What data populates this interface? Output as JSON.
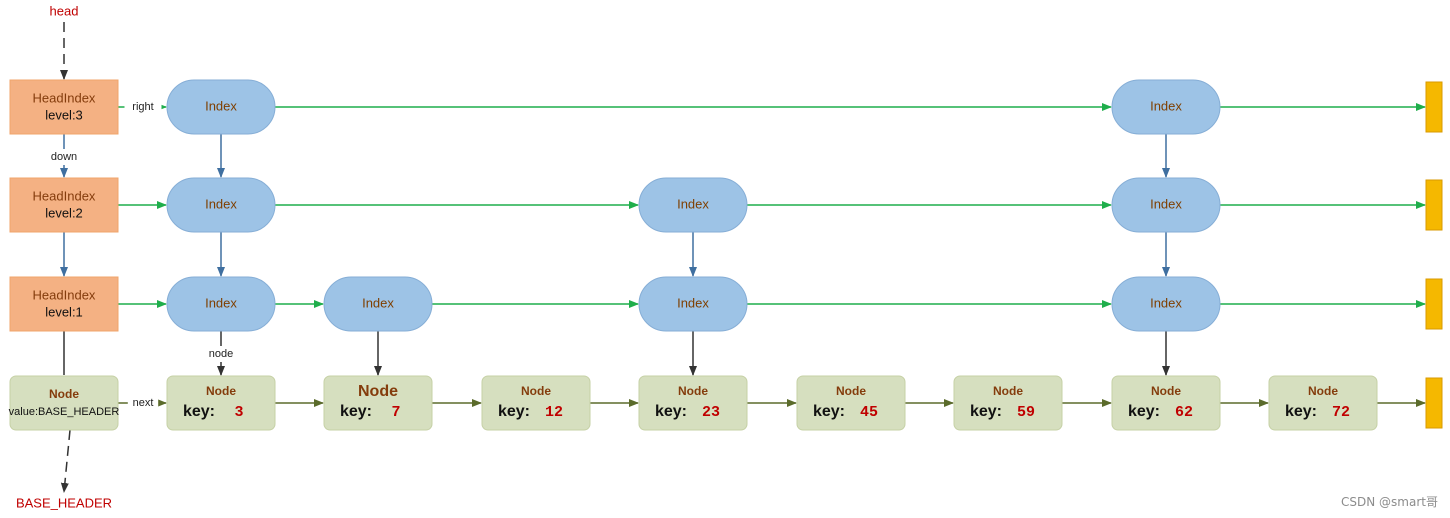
{
  "labels": {
    "head": "head",
    "base_header": "BASE_HEADER",
    "right": "right",
    "down": "down",
    "node": "node",
    "next": "next"
  },
  "head_indexes": [
    {
      "title": "HeadIndex",
      "level": "level:3"
    },
    {
      "title": "HeadIndex",
      "level": "level:2"
    },
    {
      "title": "HeadIndex",
      "level": "level:1"
    }
  ],
  "index_label": "Index",
  "index_rows": [
    {
      "level": 3,
      "columns": [
        1,
        7
      ]
    },
    {
      "level": 2,
      "columns": [
        1,
        4,
        7
      ]
    },
    {
      "level": 1,
      "columns": [
        1,
        2,
        4,
        7
      ]
    }
  ],
  "base_node": {
    "title": "Node",
    "value": "value:BASE_HEADER"
  },
  "node_title": "Node",
  "key_label": "key:",
  "nodes": [
    {
      "key": "3"
    },
    {
      "key": "7"
    },
    {
      "key": "12"
    },
    {
      "key": "23"
    },
    {
      "key": "45"
    },
    {
      "key": "59"
    },
    {
      "key": "62"
    },
    {
      "key": "72"
    }
  ],
  "watermark": "CSDN @smart哥",
  "colors": {
    "head_label": "#c00000",
    "head_index_fill": "#f4b183",
    "head_index_text": "#843c0c",
    "index_fill": "#9dc3e6",
    "index_text": "#7f3f00",
    "node_fill": "#d6dfbf",
    "node_title": "#843c0c",
    "key_value": "#c00000",
    "green_arrow": "#1fae4b",
    "blue_arrow": "#3f6fa0",
    "olive_arrow": "#5b6b2b",
    "dark_arrow": "#333333",
    "terminator": "#f5b800"
  }
}
